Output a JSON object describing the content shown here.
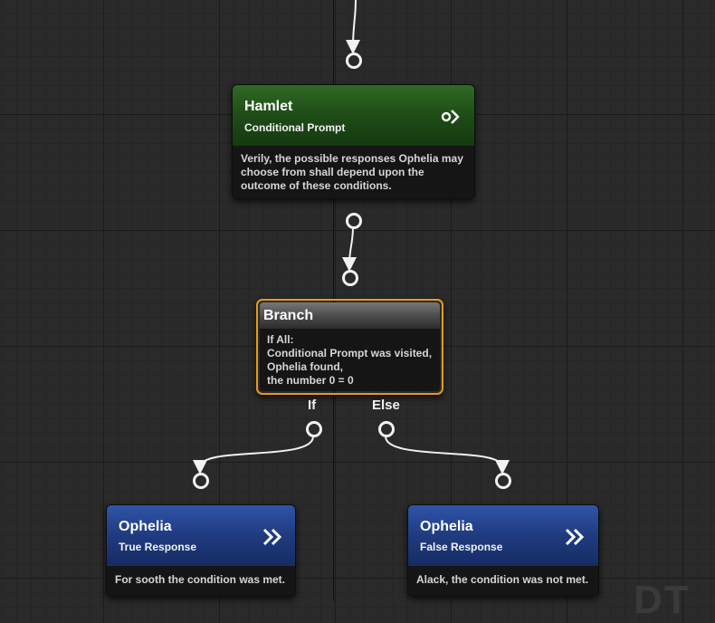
{
  "nodes": {
    "hamlet": {
      "title": "Hamlet",
      "subtitle": "Conditional Prompt",
      "body": "Verily, the possible responses Ophelia may choose from shall depend upon the outcome of these conditions.",
      "icon": "conditional-prompt-icon",
      "color": "#1f4a18"
    },
    "branch": {
      "title": "Branch",
      "conditions": [
        "If All:",
        "Conditional Prompt was visited,",
        "Ophelia found,",
        "the number 0 = 0"
      ],
      "outputs": {
        "true_label": "If",
        "false_label": "Else"
      },
      "accent": "#e59a1f"
    },
    "ophelia_true": {
      "title": "Ophelia",
      "subtitle": "True Response",
      "body": "For sooth the condition was met.",
      "icon": "response-icon",
      "color": "#1f3470"
    },
    "ophelia_false": {
      "title": "Ophelia",
      "subtitle": "False Response",
      "body": "Alack, the condition was not met.",
      "icon": "response-icon",
      "color": "#1f3470"
    }
  },
  "watermark": "DT"
}
